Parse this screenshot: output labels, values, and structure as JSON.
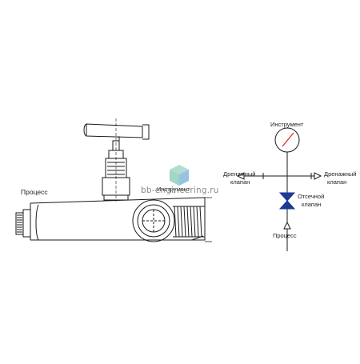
{
  "labels": {
    "process_left": "Процесс",
    "instrument_mid": "Инструмент",
    "instrument_top": "Инструмент",
    "drain_left_1": "Дренажный",
    "drain_left_2": "клапан",
    "drain_right_1": "Дренажный",
    "drain_right_2": "клапан",
    "shutoff_1": "Отсечной",
    "shutoff_2": "клапан",
    "process_bottom": "Процесс"
  },
  "watermark": {
    "text": "bb-engineering.ru"
  },
  "colors": {
    "line": "#1a1a1a",
    "valve_blue": "#1f3a93",
    "gauge_red": "#d9261c",
    "logo_green": "#7bc5b0",
    "logo_blue": "#6aa9d8"
  }
}
